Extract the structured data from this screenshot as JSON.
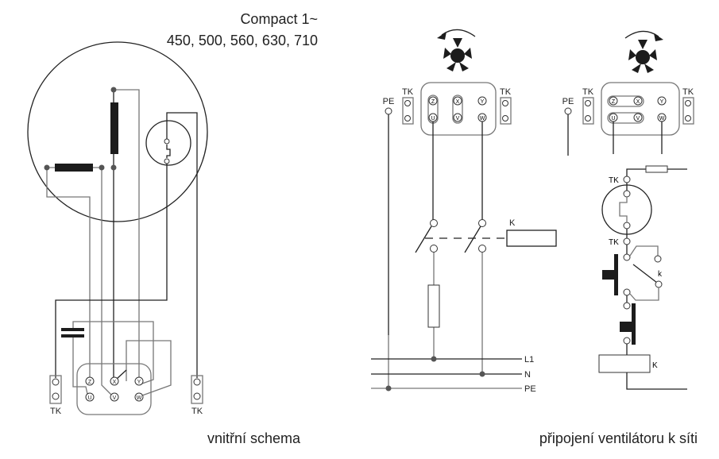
{
  "header": {
    "title": "Compact 1~",
    "sizes": "450, 500, 560, 630, 710"
  },
  "captions": {
    "internal": "vnitřní schema",
    "connection": "připojení ventilátoru k síti"
  },
  "terminals": {
    "z": "Z",
    "x": "X",
    "y": "Y",
    "u": "U",
    "v": "V",
    "w": "W"
  },
  "labels": {
    "tk": "TK",
    "pe": "PE",
    "k_contactor": "K",
    "k_contact": "k",
    "l1": "L1",
    "n": "N",
    "pe_bus": "PE"
  }
}
